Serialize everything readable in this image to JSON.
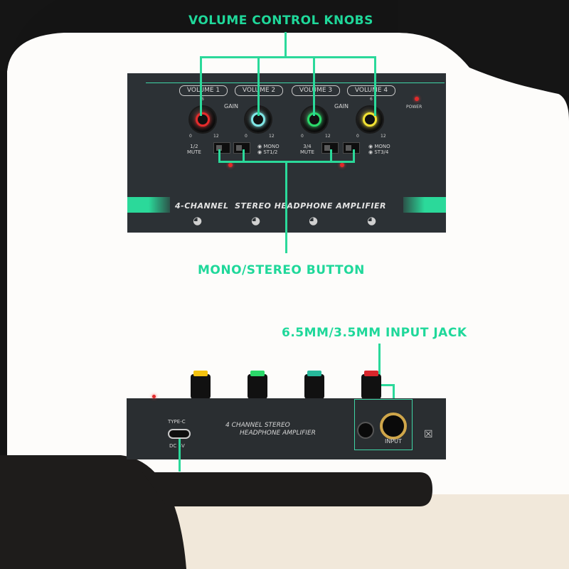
{
  "callouts": {
    "volume_knobs": "VOLUME CONTROL KNOBS",
    "mono_stereo": "MONO/STEREO BUTTON",
    "input_jack": "6.5MM/3.5MM INPUT JACK"
  },
  "front_panel": {
    "volume_labels": [
      "VOLUME 1",
      "VOLUME 2",
      "VOLUME 3",
      "VOLUME 4"
    ],
    "gain_labels": [
      "GAIN",
      "GAIN"
    ],
    "tick_min": "0",
    "tick_max": "12",
    "tick_top": "6",
    "power_label": "POWER",
    "switch_labels": {
      "ch12_mute": "1/2\nMUTE",
      "ch12_mono": "MONO",
      "ch12_st": "ST1/2",
      "ch34_mute": "3/4\nMUTE",
      "ch34_mono": "MONO",
      "ch34_st": "ST3/4"
    },
    "title": "4-CHANNEL  STEREO HEADPHONE AMPLIFIER",
    "knob_colors": [
      "#e52b2b",
      "#7fe7e6",
      "#2bd96a",
      "#f2e233"
    ]
  },
  "back_panel": {
    "typec_label": "TYPE-C",
    "dc_label": "DC 5V",
    "title_line1": "4 CHANNEL STEREO",
    "title_line2": "HEADPHONE AMPLIFIER",
    "input_label": "INPUT",
    "knob_top_colors": [
      "#f3c20f",
      "#2bd96a",
      "#27b99b",
      "#d9262c"
    ]
  },
  "colors": {
    "accent": "#1fd89a",
    "panel": "#2c3135"
  }
}
